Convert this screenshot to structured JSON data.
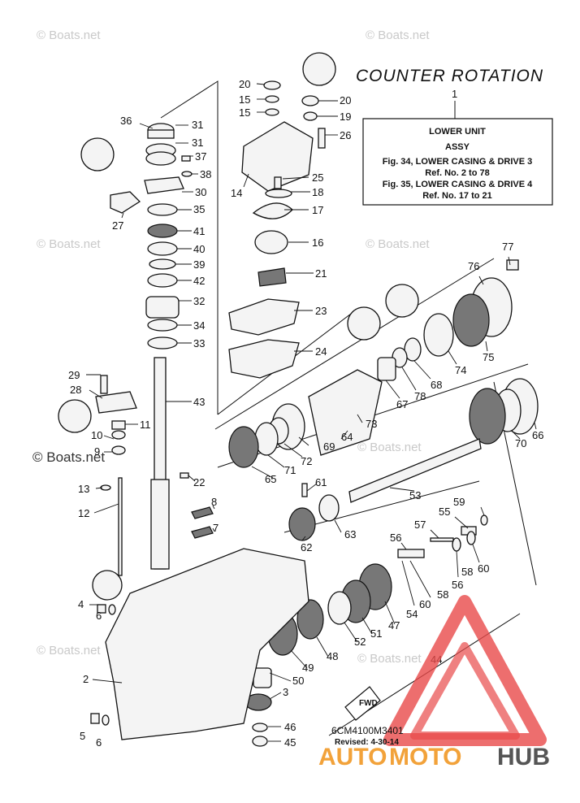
{
  "title": "COUNTER ROTATION",
  "title_ref": "1",
  "info_box": {
    "line1": "LOWER UNIT",
    "line2": "ASSY",
    "line3": "Fig. 34, LOWER CASING & DRIVE 3",
    "line4": "Ref. No. 2 to 78",
    "line5": "Fig. 35, LOWER CASING & DRIVE 4",
    "line6": "Ref. No. 17 to 21"
  },
  "watermark_text": "© Boats.net",
  "diagram_code": "6CM4100M3401",
  "revised": "Revised: 4-30-14",
  "fwd_label": "FWD",
  "brand": {
    "part1": "AUTO",
    "part2": "MOTO",
    "part3": "HUB",
    "color_primary": "#f2a23a",
    "color_secondary": "#555555",
    "logo_color": "#e84a4a"
  },
  "callouts": [
    "36",
    "31",
    "31",
    "37",
    "38",
    "30",
    "27",
    "35",
    "41",
    "40",
    "39",
    "42",
    "32",
    "34",
    "33",
    "43",
    "20",
    "15",
    "15",
    "20",
    "19",
    "26",
    "14",
    "25",
    "18",
    "17",
    "16",
    "21",
    "23",
    "24",
    "29",
    "28",
    "11",
    "10",
    "9",
    "13",
    "12",
    "22",
    "8",
    "7",
    "4",
    "6",
    "2",
    "5",
    "6",
    "77",
    "76",
    "75",
    "74",
    "68",
    "78",
    "67",
    "73",
    "64",
    "69",
    "72",
    "71",
    "65",
    "66",
    "70",
    "53",
    "61",
    "63",
    "62",
    "59",
    "55",
    "57",
    "56",
    "60",
    "58",
    "56",
    "60",
    "58",
    "54",
    "47",
    "51",
    "52",
    "48",
    "49",
    "50",
    "3",
    "44",
    "46",
    "45"
  ]
}
